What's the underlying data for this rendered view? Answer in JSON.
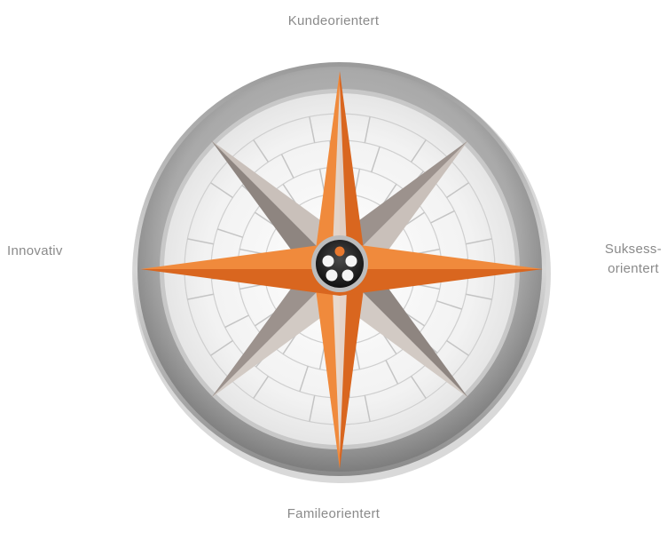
{
  "labels": {
    "north": "Kundeorientert",
    "south": "Famileorientert",
    "west": "Innovativ",
    "east_line1": "Suksess-",
    "east_line2": "orientert"
  },
  "colors": {
    "accent": "#e8782e",
    "ring_outer": "#8c8c8c",
    "face": "#f4f4f4",
    "label": "#8a8a8a",
    "hub": "#2a2a2a"
  },
  "icons": {
    "center": "hub-icon"
  }
}
